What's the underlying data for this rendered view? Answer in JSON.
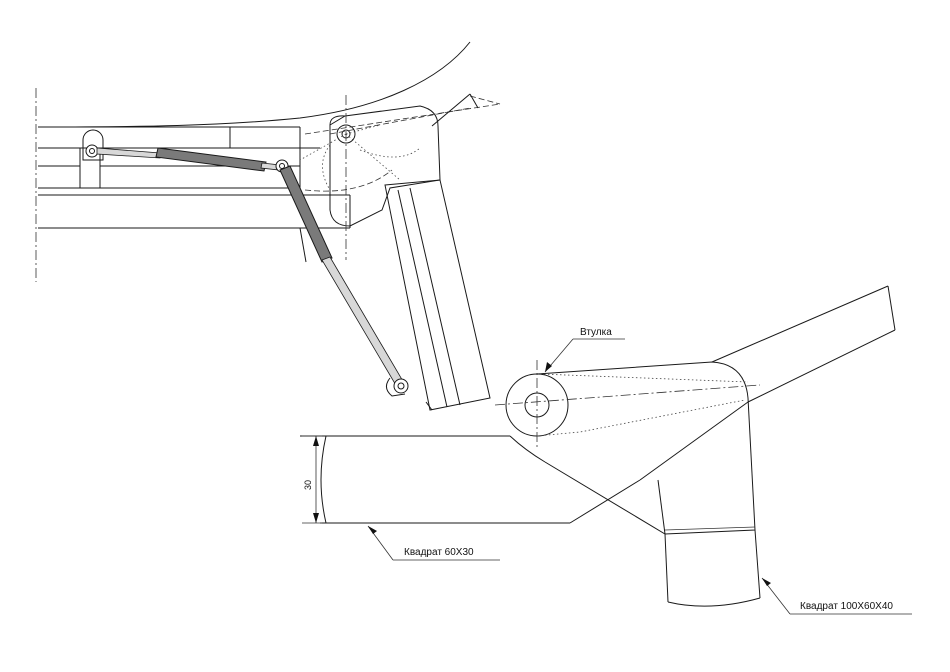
{
  "labels": {
    "bushing": "Втулка",
    "square_small": "Квадрат 60X30",
    "square_large": "Квадрат 100X60X40",
    "dim_height": "30"
  },
  "colors": {
    "line": "#1a1a1a",
    "cylinder": "#7a7a7a",
    "background": "#ffffff"
  }
}
